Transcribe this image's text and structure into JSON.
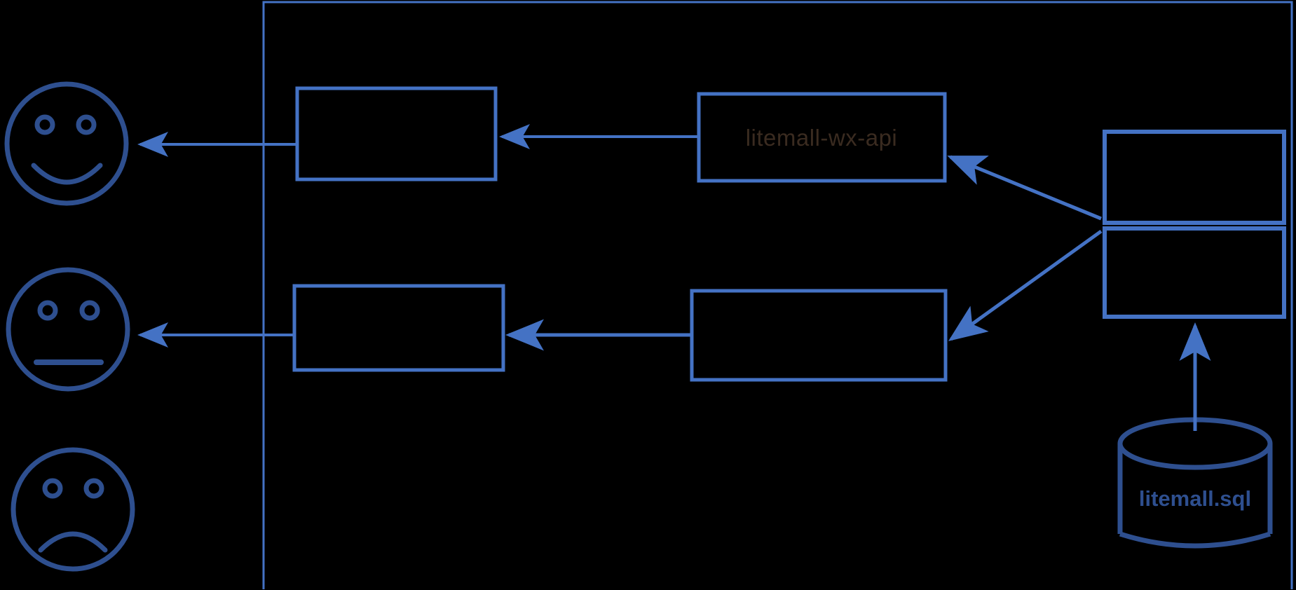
{
  "diagram": {
    "title": "litemall system architecture diagram",
    "background_color": "#000000",
    "stroke_color": "#4472C4",
    "dark_stroke_color": "#2E4F8F",
    "faint_text_color": "#3A2B20",
    "db_text_color": "#2E4F8F"
  },
  "actors": [
    {
      "id": "actor-happy",
      "icon": "smiley-face-icon",
      "mood": "happy",
      "label": ""
    },
    {
      "id": "actor-neutral",
      "icon": "neutral-face-icon",
      "mood": "neutral",
      "label": ""
    },
    {
      "id": "actor-sad",
      "icon": "sad-face-icon",
      "mood": "sad",
      "label": ""
    }
  ],
  "container": {
    "name": "system-boundary",
    "label": ""
  },
  "nodes": {
    "front_top": {
      "label": "",
      "name": "front-top-box"
    },
    "front_bottom": {
      "label": "",
      "name": "front-bottom-box"
    },
    "api_top": {
      "label": "litemall-wx-api",
      "name": "litemall-wx-api-box"
    },
    "api_bottom": {
      "label": "",
      "name": "api-bottom-box"
    },
    "right_top": {
      "label": "",
      "name": "right-top-box"
    },
    "right_bottom": {
      "label": "",
      "name": "right-bottom-box"
    },
    "database": {
      "label": "litemall.sql",
      "name": "database-cylinder"
    }
  },
  "connections": [
    {
      "name": "arrow-front-top-to-actor-happy",
      "from": "front_top",
      "to": "actor-happy",
      "direction": "left"
    },
    {
      "name": "arrow-front-bottom-to-actor-neutral",
      "from": "front_bottom",
      "to": "actor-neutral",
      "direction": "left"
    },
    {
      "name": "arrow-api-top-to-front-top",
      "from": "api_top",
      "to": "front_top",
      "direction": "left"
    },
    {
      "name": "arrow-api-bottom-to-front-bottom",
      "from": "api_bottom",
      "to": "front_bottom",
      "direction": "left"
    },
    {
      "name": "arrow-right-to-api-top",
      "from": "right_top",
      "to": "api_top",
      "direction": "diagonal-up-left"
    },
    {
      "name": "arrow-right-to-api-bottom",
      "from": "right_bottom",
      "to": "api_bottom",
      "direction": "diagonal-down-left"
    },
    {
      "name": "arrow-database-to-right-bottom",
      "from": "database",
      "to": "right_bottom",
      "direction": "up"
    }
  ]
}
